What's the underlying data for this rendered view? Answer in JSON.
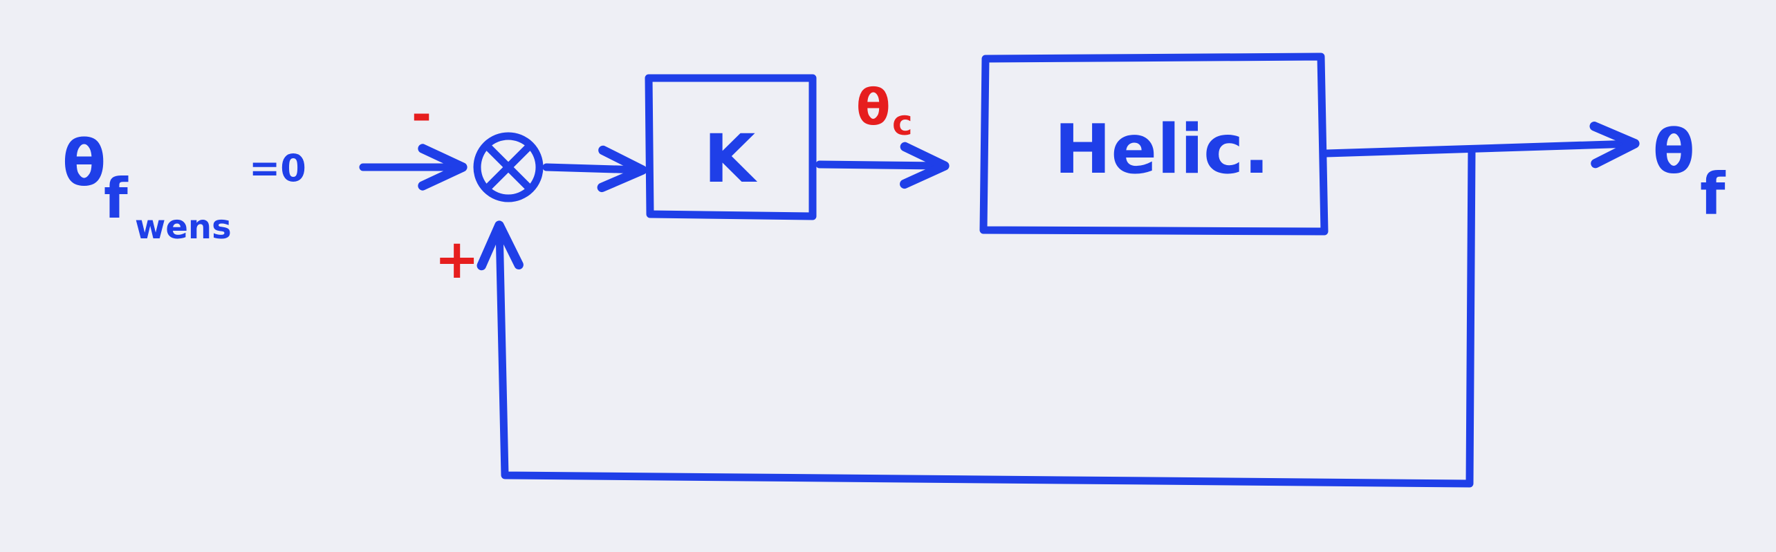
{
  "diagram": {
    "input": {
      "symbol": "θ",
      "sub": "f",
      "subsub": "wens",
      "suffix": "=0"
    },
    "summing_junction": {
      "minus_sign": "-",
      "plus_sign": "+"
    },
    "controller_block": {
      "label": "K"
    },
    "control_signal": {
      "symbol": "θ",
      "sub": "c"
    },
    "plant_block": {
      "label": "Helic."
    },
    "output": {
      "symbol": "θ",
      "sub": "f"
    },
    "colors": {
      "ink": "#1f3fe8",
      "sign": "#e61e1e",
      "paper": "#eeeff5"
    }
  }
}
